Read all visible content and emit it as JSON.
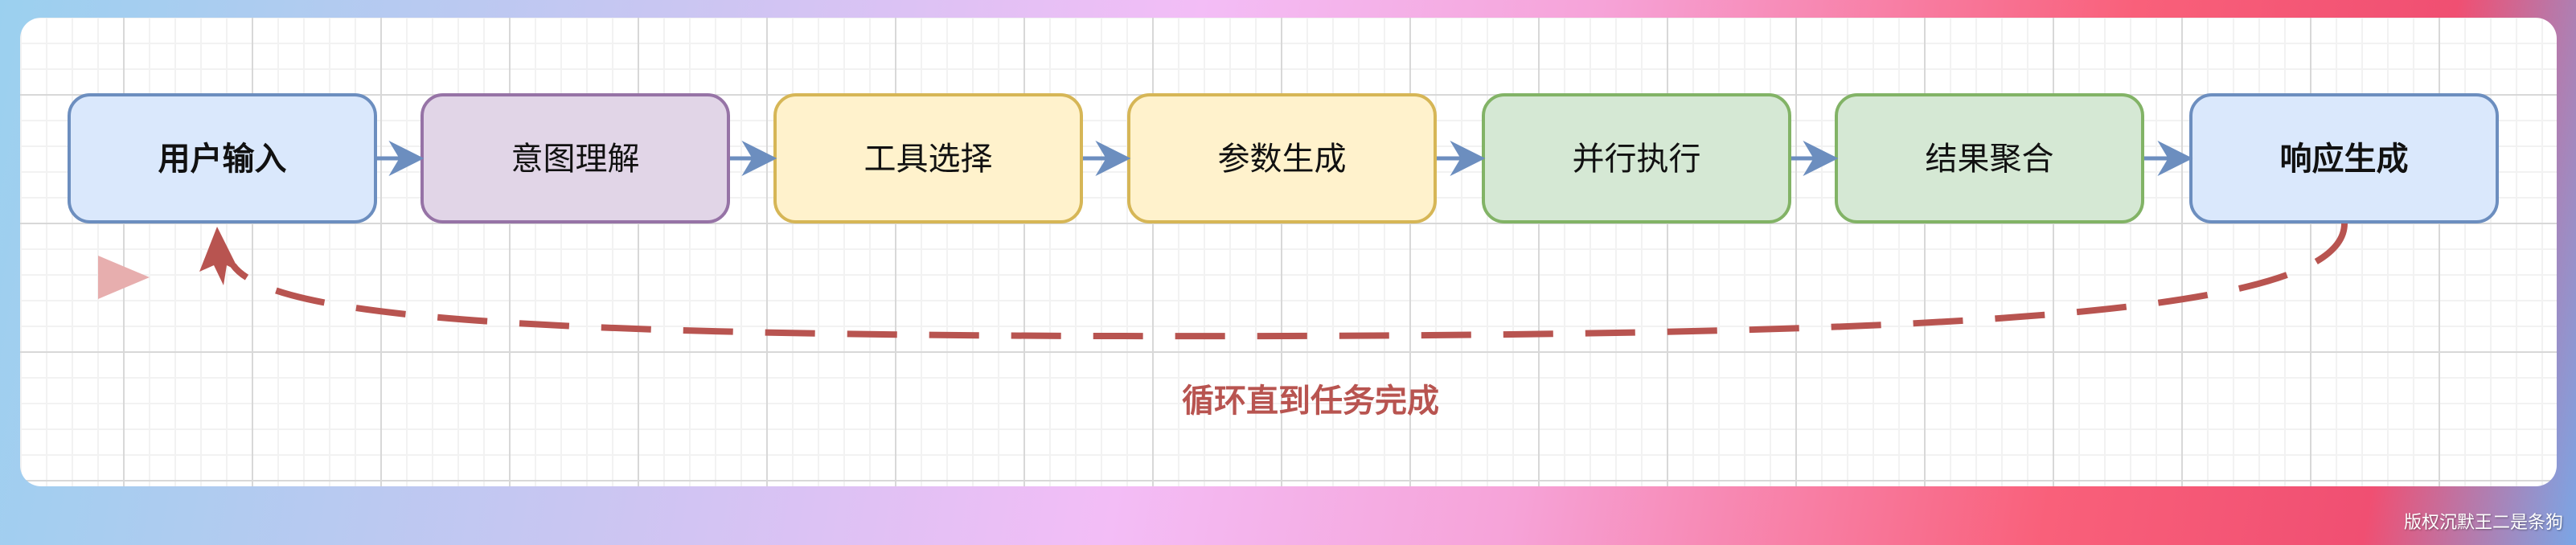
{
  "diagram": {
    "steps": [
      {
        "label": "用户输入",
        "fill": "#dae8fc",
        "stroke": "#6c8ebf",
        "bold": true
      },
      {
        "label": "意图理解",
        "fill": "#e1d5e7",
        "stroke": "#9673a6",
        "bold": false
      },
      {
        "label": "工具选择",
        "fill": "#fff2cc",
        "stroke": "#d6b656",
        "bold": false
      },
      {
        "label": "参数生成",
        "fill": "#fff2cc",
        "stroke": "#d6b656",
        "bold": false
      },
      {
        "label": "并行执行",
        "fill": "#d5e8d4",
        "stroke": "#82b366",
        "bold": false
      },
      {
        "label": "结果聚合",
        "fill": "#d5e8d4",
        "stroke": "#82b366",
        "bold": false
      },
      {
        "label": "响应生成",
        "fill": "#dae8fc",
        "stroke": "#6c8ebf",
        "bold": true
      }
    ],
    "arrow_color": "#6c8ebf",
    "loop": {
      "label": "循环直到任务完成",
      "color": "#b85450"
    }
  },
  "watermark": "版权沉默王二是条狗"
}
